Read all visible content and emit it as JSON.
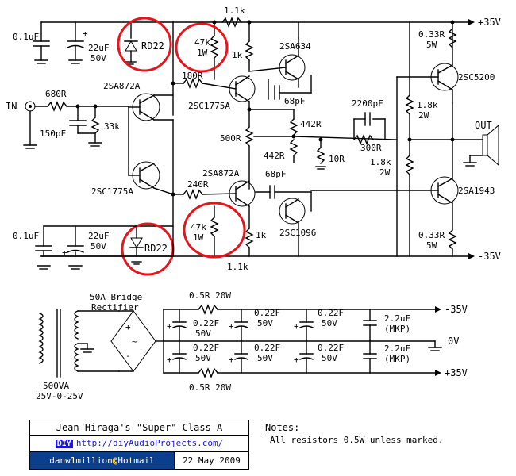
{
  "amp": {
    "rails": {
      "pos_top": "+35V",
      "neg_bot": "-35V"
    },
    "input": {
      "label": "IN",
      "r_in": "680R",
      "c_in": "150pF",
      "r_bias": "33k"
    },
    "top": {
      "c1": "0.1uF",
      "c2_val": "22uF",
      "c2_volt": "50V",
      "zener": "RD22",
      "r_feed": "1.1k",
      "r_load_val": "47k",
      "r_load_watt": "1W",
      "r_coll": "1k",
      "q_drv": "2SA634",
      "c_comp": "68pF",
      "r_emit": "0.33R",
      "r_emit_w": "5W",
      "q_out": "2SC5200",
      "r_base": "180R",
      "q_mid": "2SC1775A",
      "q_in": "2SA872A"
    },
    "middle": {
      "r_442a": "442R",
      "r_500": "500R",
      "r_442b": "442R",
      "r_10": "10R",
      "c_2200": "2200pF",
      "r_300": "300R",
      "r_18a": "1.8k",
      "r_18a_w": "2W",
      "r_18b": "1.8k",
      "r_18b_w": "2W",
      "out_label": "OUT"
    },
    "bottom": {
      "q_in2": "2SC1775A",
      "q_mid2": "2SA872A",
      "r_base2": "240R",
      "c_comp2": "68pF",
      "q_drv2": "2SC1096",
      "q_out2": "2SA1943",
      "r_load_val": "47k",
      "r_load_watt": "1W",
      "r_coll": "1k",
      "r_feed": "1.1k",
      "c1": "0.1uF",
      "c2_val": "22uF",
      "c2_volt": "50V",
      "zener": "RD22",
      "r_emit": "0.33R",
      "r_emit_w": "5W"
    }
  },
  "psu": {
    "rect_title1": "50A Bridge",
    "rect_title2": "Rectifier",
    "xfmr1": "500VA",
    "xfmr2": "25V-0-25V",
    "r_top": "0.5R 20W",
    "r_bot": "0.5R 20W",
    "caps_top": [
      "0.22F",
      "50V",
      "0.22F",
      "50V",
      "0.22F",
      "50V"
    ],
    "caps_bot": [
      "0.22F",
      "50V",
      "0.22F",
      "50V",
      "0.22F",
      "50V"
    ],
    "mkp_top": [
      "2.2uF",
      "(MKP)"
    ],
    "mkp_bot": [
      "2.2uF",
      "(MKP)"
    ],
    "out_neg": "-35V",
    "out_gnd": "0V",
    "out_pos": "+35V"
  },
  "titleblock": {
    "title": "Jean Hiraga's \"Super\" Class A",
    "diy": "DIY",
    "url": "http://diyAudioProjects.com/",
    "email_user": "danw1million",
    "email_at": "@",
    "email_host": "Hotmail",
    "date": "22 May 2009"
  },
  "notes": {
    "heading": "Notes:",
    "body": "All resistors 0.5W unless marked."
  },
  "colors": {
    "highlight": "#e8141b",
    "link": "#1a1ad6",
    "email_bg": "#0b3e8c"
  }
}
